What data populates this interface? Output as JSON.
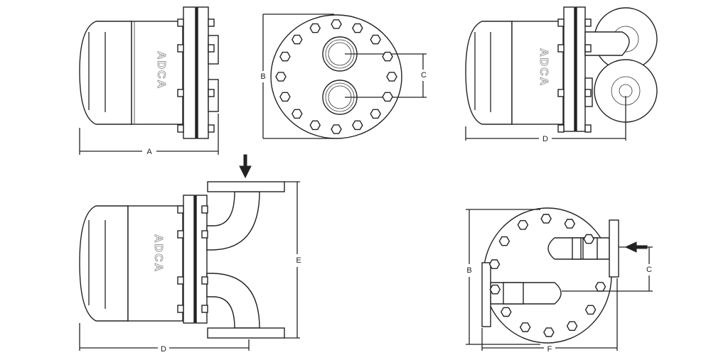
{
  "logo_text": "ADCA",
  "dimensions": {
    "a": "A",
    "b": "B",
    "c": "C",
    "d": "D",
    "e": "E",
    "f": "F"
  },
  "colors": {
    "line": "#222222",
    "background": "#ffffff"
  }
}
